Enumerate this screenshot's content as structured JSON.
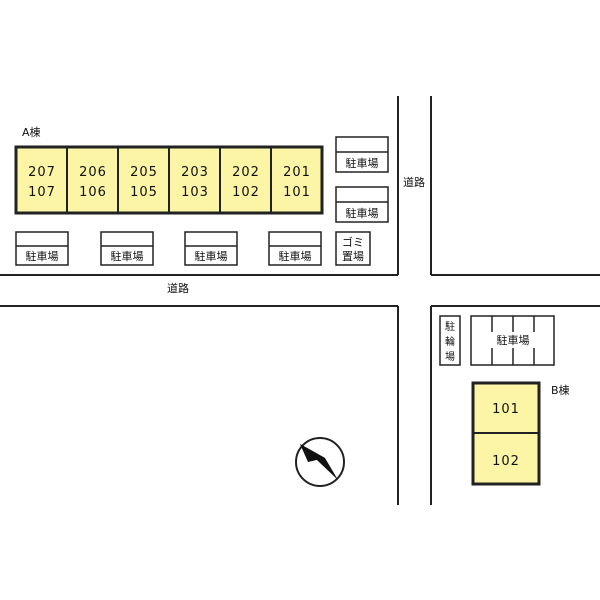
{
  "building_a": {
    "label": "A棟",
    "units": [
      {
        "upper": "207",
        "lower": "107"
      },
      {
        "upper": "206",
        "lower": "106"
      },
      {
        "upper": "205",
        "lower": "105"
      },
      {
        "upper": "203",
        "lower": "103"
      },
      {
        "upper": "202",
        "lower": "102"
      },
      {
        "upper": "201",
        "lower": "101"
      }
    ]
  },
  "building_b": {
    "label": "B棟",
    "units": [
      "101",
      "102"
    ]
  },
  "parking_label": "駐車場",
  "garbage_label": [
    "ゴミ",
    "置場"
  ],
  "bicycle_label": [
    "駐",
    "輪",
    "場"
  ],
  "road_label": "道路",
  "colors": {
    "unit_fill": "#fcf5a6",
    "outline": "#222222"
  }
}
